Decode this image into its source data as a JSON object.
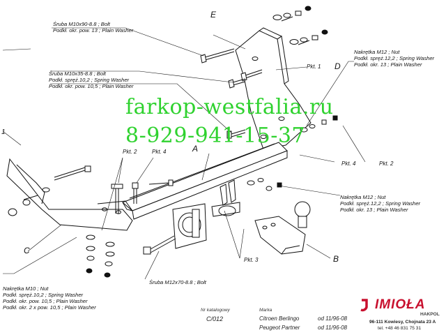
{
  "labels": {
    "bolt_m10x90": [
      "Śruba M10x90-8.8 ;  Bolt",
      "Podkł. okr. pow. 13 ; Plain Washer"
    ],
    "bolt_m10x35": [
      "Śruba M10x35-8.8 ;  Bolt",
      "Podkł. spręż.10,2 ; Spring Washer",
      "Podkł. okr. pow. 10,5 ; Plain Washer"
    ],
    "nut_m12_top": [
      "Nakrętka  M12 ; Nut",
      "Podkł. spręż.12,2 ; Spring Washer",
      "Podkł. okr. 13 ; Plain Washer"
    ],
    "nut_m12_right": [
      "Nakrętka  M12 ; Nut",
      "Podkł. spręż.12,2 ; Spring Washer",
      "Podkł. okr. 13 ; Plain Washer"
    ],
    "nut_m10": [
      "Nakrętka  M10 ; Nut",
      "Podkł. spręż.10,2 ; Spring Washer",
      "Podkł. okr. pow. 10,5 ; Plain Washer",
      "Podkł. okr. 2 x pow. 10,5 ; Plain Washer"
    ],
    "bolt_m12x70": "Śruba M12x70-8.8 ;  Bolt"
  },
  "pkt_labels": {
    "pkt1": "Pkt. 1",
    "pkt2_left": "Pkt. 2",
    "pkt4_left": "Pkt. 4",
    "pkt4_right": "Pkt. 4",
    "pkt2_right": "Pkt. 2",
    "pkt3": "Pkt. 3"
  },
  "part_letters": {
    "A": "A",
    "B": "B",
    "C": "C",
    "D": "D",
    "E": "E",
    "one": "1"
  },
  "watermark": {
    "site": "farkop-westfalia.ru",
    "phone": "8-929-941-15-37",
    "color": "#2fd22f"
  },
  "catalog": {
    "nr_label": "Nr katalogowy",
    "nr_value": "C/012",
    "marka_label": "Marka",
    "cars": [
      {
        "name": "Citroen Berlingo",
        "date": "od 11/96-08"
      },
      {
        "name": "Peugeot Partner",
        "date": "od 11/96-08"
      }
    ]
  },
  "company": {
    "logo_text": "IMIOŁA",
    "sub": "HAKPOL",
    "address": "96-111 Kowiesy, Chojnata 23 A",
    "phone": "tel. +48 46 831 75 31",
    "brand_color": "#c8102e"
  }
}
